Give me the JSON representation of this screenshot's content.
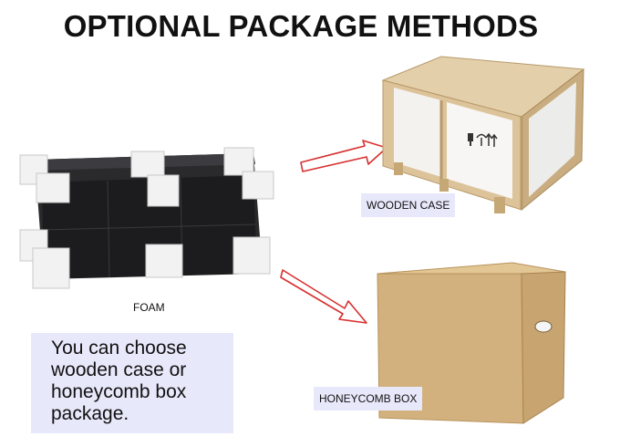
{
  "title": "OPTIONAL PACKAGE METHODS",
  "labels": {
    "foam": "FOAM",
    "wooden_case": "WOODEN CASE",
    "honeycomb_box": "HONEYCOMB BOX"
  },
  "note": {
    "line1": "You can choose",
    "line2": "wooden case or",
    "line3": "honeycomb box",
    "line4": "package."
  },
  "colors": {
    "label_background": "#e8e8fb",
    "arrow_outline": "#d83030",
    "wood": "#dcc39a",
    "cardboard": "#d2b17e",
    "cabinet": "#1c1c1e",
    "foam": "#f0f0f0"
  },
  "icons": {
    "case_symbols": [
      "fragile-glass-icon",
      "umbrella-icon",
      "this-way-up-icon"
    ]
  }
}
